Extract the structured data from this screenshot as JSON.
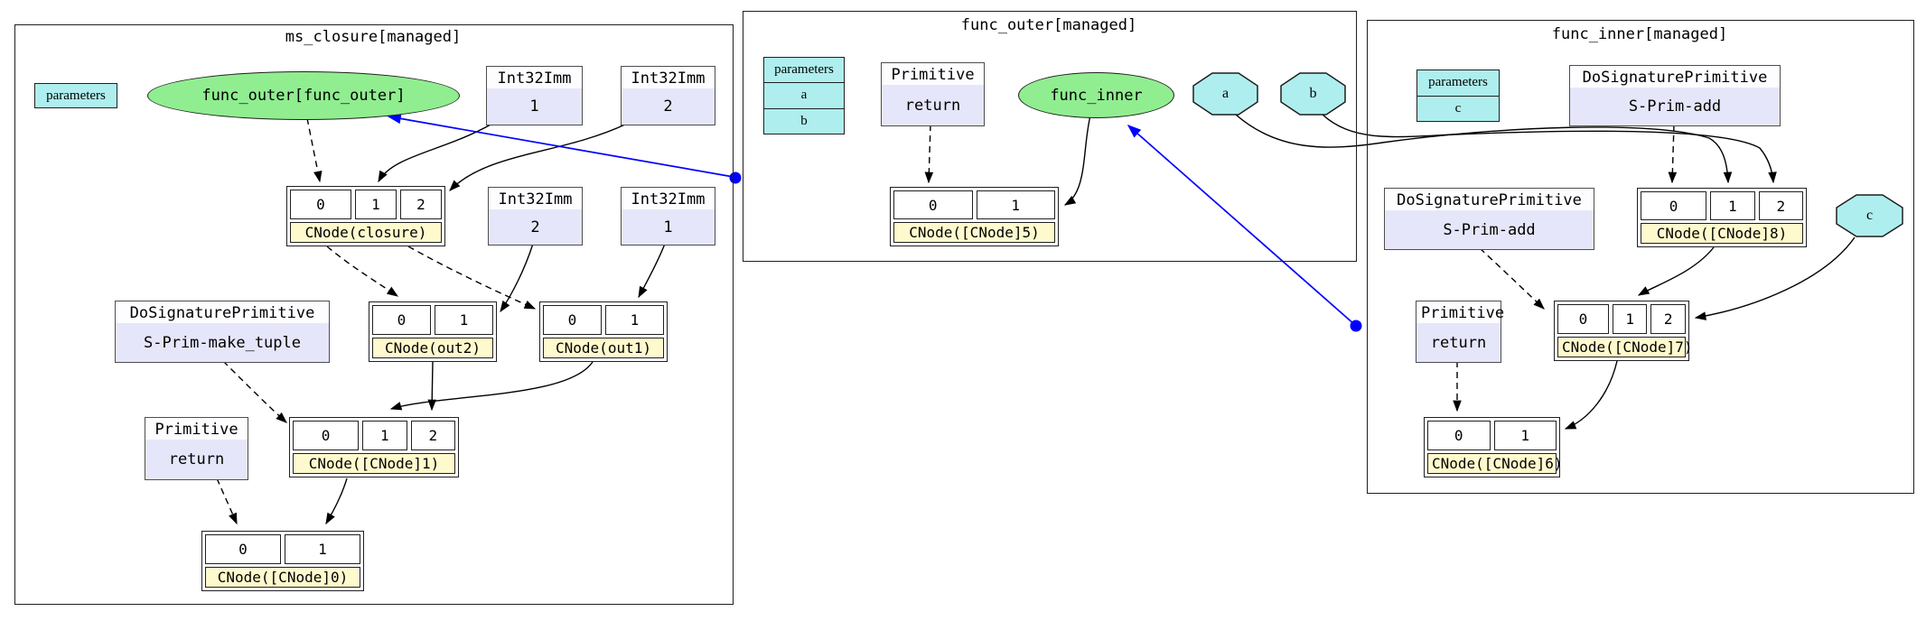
{
  "ms": {
    "title": "ms_closure[managed]",
    "parameters": {
      "header": "parameters"
    },
    "func_outer_ellipse": {
      "label": "func_outer[func_outer]"
    },
    "imm1": {
      "type": "Int32Imm",
      "value": "1"
    },
    "imm2": {
      "type": "Int32Imm",
      "value": "2"
    },
    "imm3": {
      "type": "Int32Imm",
      "value": "2"
    },
    "imm4": {
      "type": "Int32Imm",
      "value": "1"
    },
    "cnode_closure": {
      "cells": [
        "0",
        "1",
        "2"
      ],
      "label": "CNode(closure)"
    },
    "make_tuple": {
      "type": "DoSignaturePrimitive",
      "name": "S-Prim-make_tuple"
    },
    "cnode_out2": {
      "cells": [
        "0",
        "1"
      ],
      "label": "CNode(out2)"
    },
    "cnode_out1": {
      "cells": [
        "0",
        "1"
      ],
      "label": "CNode(out1)"
    },
    "primitive_return": {
      "type": "Primitive",
      "name": "return"
    },
    "cnode_1": {
      "cells": [
        "0",
        "1",
        "2"
      ],
      "label": "CNode([CNode]1)"
    },
    "cnode_0": {
      "cells": [
        "0",
        "1"
      ],
      "label": "CNode([CNode]0)"
    }
  },
  "outer": {
    "title": "func_outer[managed]",
    "parameters": {
      "header": "parameters",
      "rows": [
        "a",
        "b"
      ]
    },
    "primitive_return": {
      "type": "Primitive",
      "name": "return"
    },
    "func_inner_ellipse": {
      "label": "func_inner"
    },
    "octagon_a": {
      "label": "a"
    },
    "octagon_b": {
      "label": "b"
    },
    "cnode_5": {
      "cells": [
        "0",
        "1"
      ],
      "label": "CNode([CNode]5)"
    }
  },
  "inner": {
    "title": "func_inner[managed]",
    "parameters": {
      "header": "parameters",
      "rows": [
        "c"
      ]
    },
    "sig_add_top": {
      "type": "DoSignaturePrimitive",
      "name": "S-Prim-add"
    },
    "sig_add_left": {
      "type": "DoSignaturePrimitive",
      "name": "S-Prim-add"
    },
    "cnode_8": {
      "cells": [
        "0",
        "1",
        "2"
      ],
      "label": "CNode([CNode]8)"
    },
    "octagon_c": {
      "label": "c"
    },
    "primitive_return": {
      "type": "Primitive",
      "name": "return"
    },
    "cnode_7": {
      "cells": [
        "0",
        "1",
        "2"
      ],
      "label": "CNode([CNode]7)"
    },
    "cnode_6": {
      "cells": [
        "0",
        "1"
      ],
      "label": "CNode([CNode]6)"
    }
  },
  "colors": {
    "funcgraph_green": "#90EE90",
    "node_lavender": "#E6E6FA",
    "parameter_teal": "#AFEEEE",
    "cnode_label_beige": "#FFFACD",
    "free_variable_edge_blue": "#0000FF",
    "edge_black": "#000000"
  }
}
